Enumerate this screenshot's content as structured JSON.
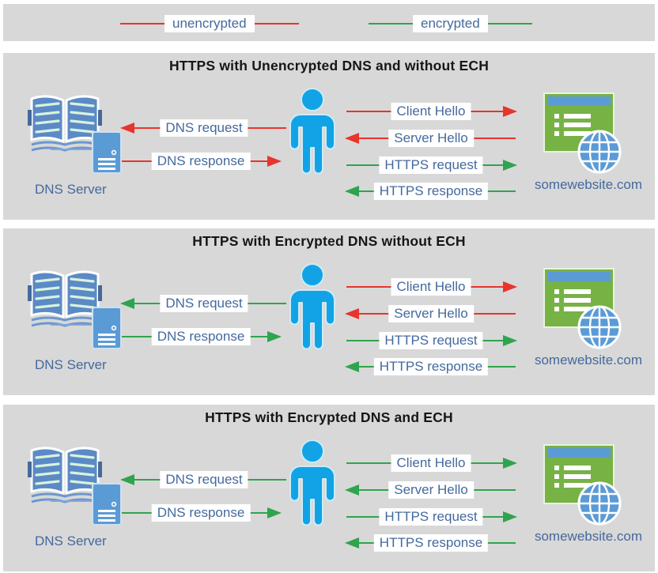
{
  "colors": {
    "unencrypted_red": "#e8342c",
    "encrypted_green": "#2fa44e",
    "panel_background": "#d8d8d8",
    "label_text_blue": "#44699d",
    "person_blue": "#12a3e6",
    "server_blue": "#5b9bd5",
    "book_blue": "#5b8ac6",
    "website_green": "#77b244"
  },
  "legend": {
    "items": [
      {
        "label": "unencrypted",
        "status": "unencrypted"
      },
      {
        "label": "encrypted",
        "status": "encrypted"
      }
    ]
  },
  "panels": [
    {
      "title": "HTTPS with Unencrypted DNS and without ECH",
      "dns_server_label": "DNS Server",
      "website_label": "somewebsite.com",
      "arrows": {
        "dns_request": {
          "label": "DNS request",
          "status": "unencrypted",
          "direction": "left"
        },
        "dns_response": {
          "label": "DNS response",
          "status": "unencrypted",
          "direction": "right"
        },
        "client_hello": {
          "label": "Client Hello",
          "status": "unencrypted",
          "direction": "right"
        },
        "server_hello": {
          "label": "Server Hello",
          "status": "unencrypted",
          "direction": "left"
        },
        "https_request": {
          "label": "HTTPS request",
          "status": "encrypted",
          "direction": "right"
        },
        "https_response": {
          "label": "HTTPS response",
          "status": "encrypted",
          "direction": "left"
        }
      }
    },
    {
      "title": "HTTPS with Encrypted DNS without ECH",
      "dns_server_label": "DNS Server",
      "website_label": "somewebsite.com",
      "arrows": {
        "dns_request": {
          "label": "DNS request",
          "status": "encrypted",
          "direction": "left"
        },
        "dns_response": {
          "label": "DNS response",
          "status": "encrypted",
          "direction": "right"
        },
        "client_hello": {
          "label": "Client Hello",
          "status": "unencrypted",
          "direction": "right"
        },
        "server_hello": {
          "label": "Server Hello",
          "status": "unencrypted",
          "direction": "left"
        },
        "https_request": {
          "label": "HTTPS request",
          "status": "encrypted",
          "direction": "right"
        },
        "https_response": {
          "label": "HTTPS response",
          "status": "encrypted",
          "direction": "left"
        }
      }
    },
    {
      "title": "HTTPS with Encrypted DNS and ECH",
      "dns_server_label": "DNS Server",
      "website_label": "somewebsite.com",
      "arrows": {
        "dns_request": {
          "label": "DNS request",
          "status": "encrypted",
          "direction": "left"
        },
        "dns_response": {
          "label": "DNS response",
          "status": "encrypted",
          "direction": "right"
        },
        "client_hello": {
          "label": "Client Hello",
          "status": "encrypted",
          "direction": "right"
        },
        "server_hello": {
          "label": "Server Hello",
          "status": "encrypted",
          "direction": "left"
        },
        "https_request": {
          "label": "HTTPS request",
          "status": "encrypted",
          "direction": "right"
        },
        "https_response": {
          "label": "HTTPS response",
          "status": "encrypted",
          "direction": "left"
        }
      }
    }
  ]
}
